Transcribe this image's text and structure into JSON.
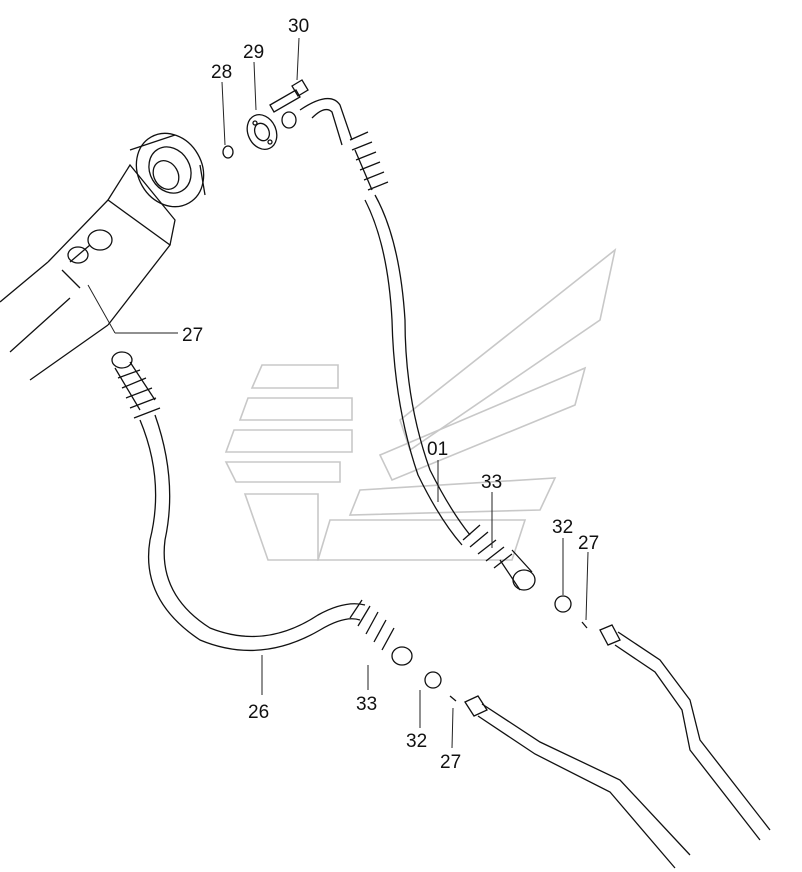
{
  "labels": {
    "p01": "01",
    "p26": "26",
    "p27a": "27",
    "p27b": "27",
    "p27c": "27",
    "p28": "28",
    "p29": "29",
    "p30": "30",
    "p32a": "32",
    "p32b": "32",
    "p33a": "33",
    "p33b": "33"
  },
  "colors": {
    "ink": "#111111",
    "watermark": "#c8c8c8",
    "background": "#ffffff"
  }
}
